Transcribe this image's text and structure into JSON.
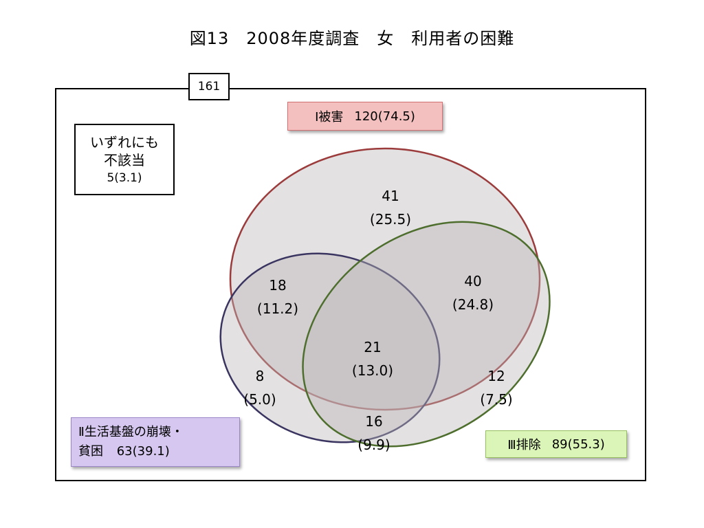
{
  "title": "図13　2008年度調査　女　利用者の困難",
  "total": "161",
  "none_box": {
    "line1": "いずれにも",
    "line2": "不該当",
    "value": "5(3.1)"
  },
  "categories": {
    "harm": {
      "label": "Ⅰ被害",
      "value": "120(74.5)",
      "color": "#f4c0bf",
      "stroke": "#9b3b3b"
    },
    "poverty": {
      "label": "Ⅱ生活基盤の崩壊・",
      "label2": "貧困",
      "value": "63(39.1)",
      "color": "#d5c7ef",
      "stroke": "#3a3560"
    },
    "exclusion": {
      "label": "Ⅲ排除",
      "value": "89(55.3)",
      "color": "#dbf4b8",
      "stroke": "#4e6e2e"
    }
  },
  "regions": {
    "harm_only": {
      "count": "41",
      "pct": "(25.5)"
    },
    "harm_poverty": {
      "count": "18",
      "pct": "(11.2)"
    },
    "harm_exclusion": {
      "count": "40",
      "pct": "(24.8)"
    },
    "all_three": {
      "count": "21",
      "pct": "(13.0)"
    },
    "poverty_only": {
      "count": "8",
      "pct": "(5.0)"
    },
    "poverty_exclusion": {
      "count": "16",
      "pct": "(9.9)"
    },
    "exclusion_only": {
      "count": "12",
      "pct": "(7.5)"
    }
  }
}
